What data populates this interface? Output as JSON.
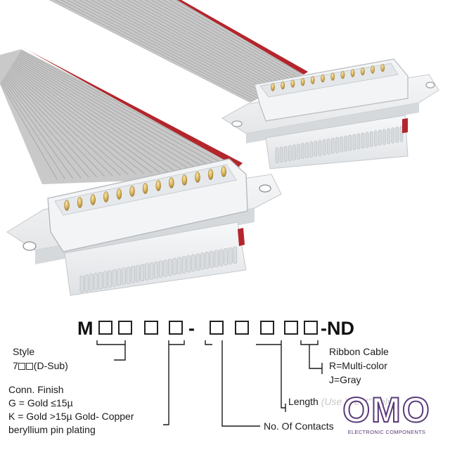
{
  "part_number": {
    "prefix": "M",
    "suffix": "-ND",
    "dash": "-"
  },
  "labels": {
    "style_title": "Style",
    "style_code_prefix": "7",
    "style_code_suffix": "(D-Sub)",
    "finish_title": "Conn. Finish",
    "finish_g": "G = Gold ≤15µ",
    "finish_k": "K = Gold >15µ Gold- Copper",
    "finish_k2": "beryllium pin plating",
    "cable_title": "Ribbon Cable",
    "cable_r": "R=Multi-color",
    "cable_j": "J=Gray",
    "length": "Length",
    "length_note": "(Use \"Feet\" only)",
    "contacts": "No. Of Contacts"
  },
  "watermark": {
    "brand": "OMO",
    "tagline": "ELECTRONIC COMPONENTS"
  },
  "colors": {
    "cable_gray": "#c9c9c9",
    "stripe_red": "#b3262c",
    "connector_white": "#eef0f2",
    "pin_gold": "#d9b45a",
    "brand_purple": "#5a3a78"
  }
}
